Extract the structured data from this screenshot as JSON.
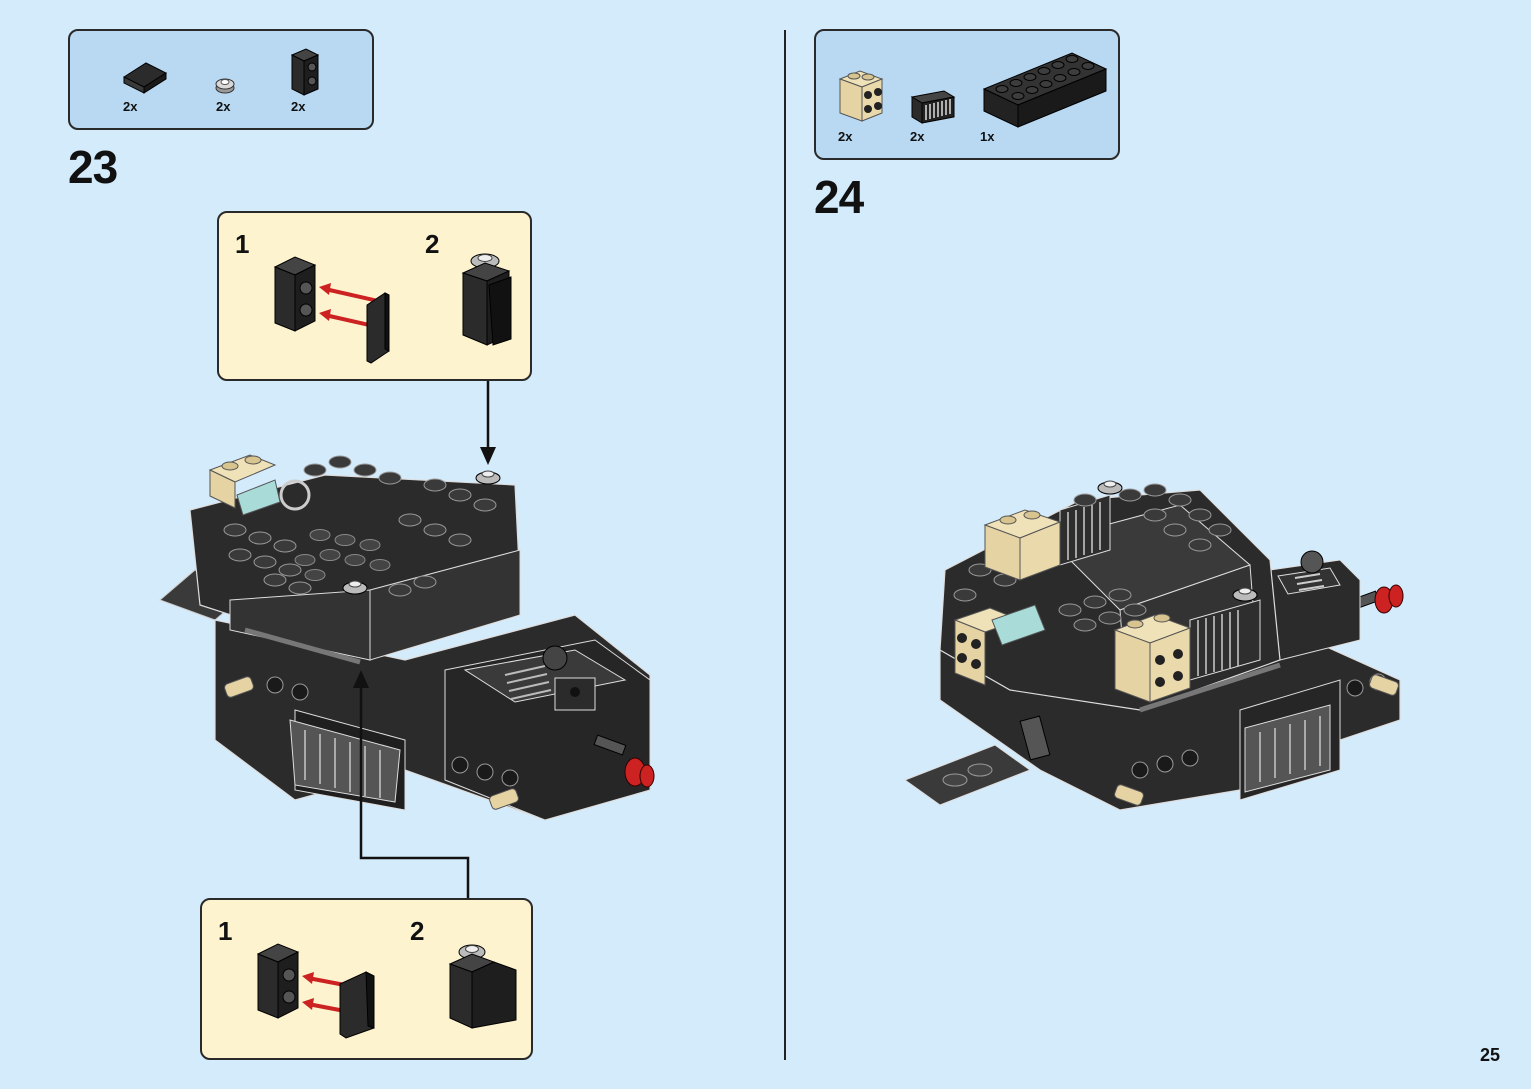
{
  "page_number": "25",
  "steps": [
    {
      "number": "23",
      "parts": [
        {
          "qty": "2x",
          "icon": "slope-brick-icon"
        },
        {
          "qty": "2x",
          "icon": "round-plate-icon"
        },
        {
          "qty": "2x",
          "icon": "side-stud-brick-icon"
        }
      ],
      "substeps_top": {
        "first": "1",
        "second": "2"
      },
      "substeps_bottom": {
        "first": "1",
        "second": "2"
      }
    },
    {
      "number": "24",
      "parts": [
        {
          "qty": "2x",
          "icon": "tan-side-stud-brick-icon"
        },
        {
          "qty": "2x",
          "icon": "grille-brick-icon"
        },
        {
          "qty": "1x",
          "icon": "brick-2x6-icon"
        }
      ]
    }
  ],
  "colors": {
    "background": "#d4ebfb",
    "parts_box": "#b9d9f3",
    "substep_box": "#fdf3cf",
    "arrow_red": "#cc2222",
    "brick_black": "#2b2b2b",
    "brick_tan": "#e6d3a3"
  }
}
